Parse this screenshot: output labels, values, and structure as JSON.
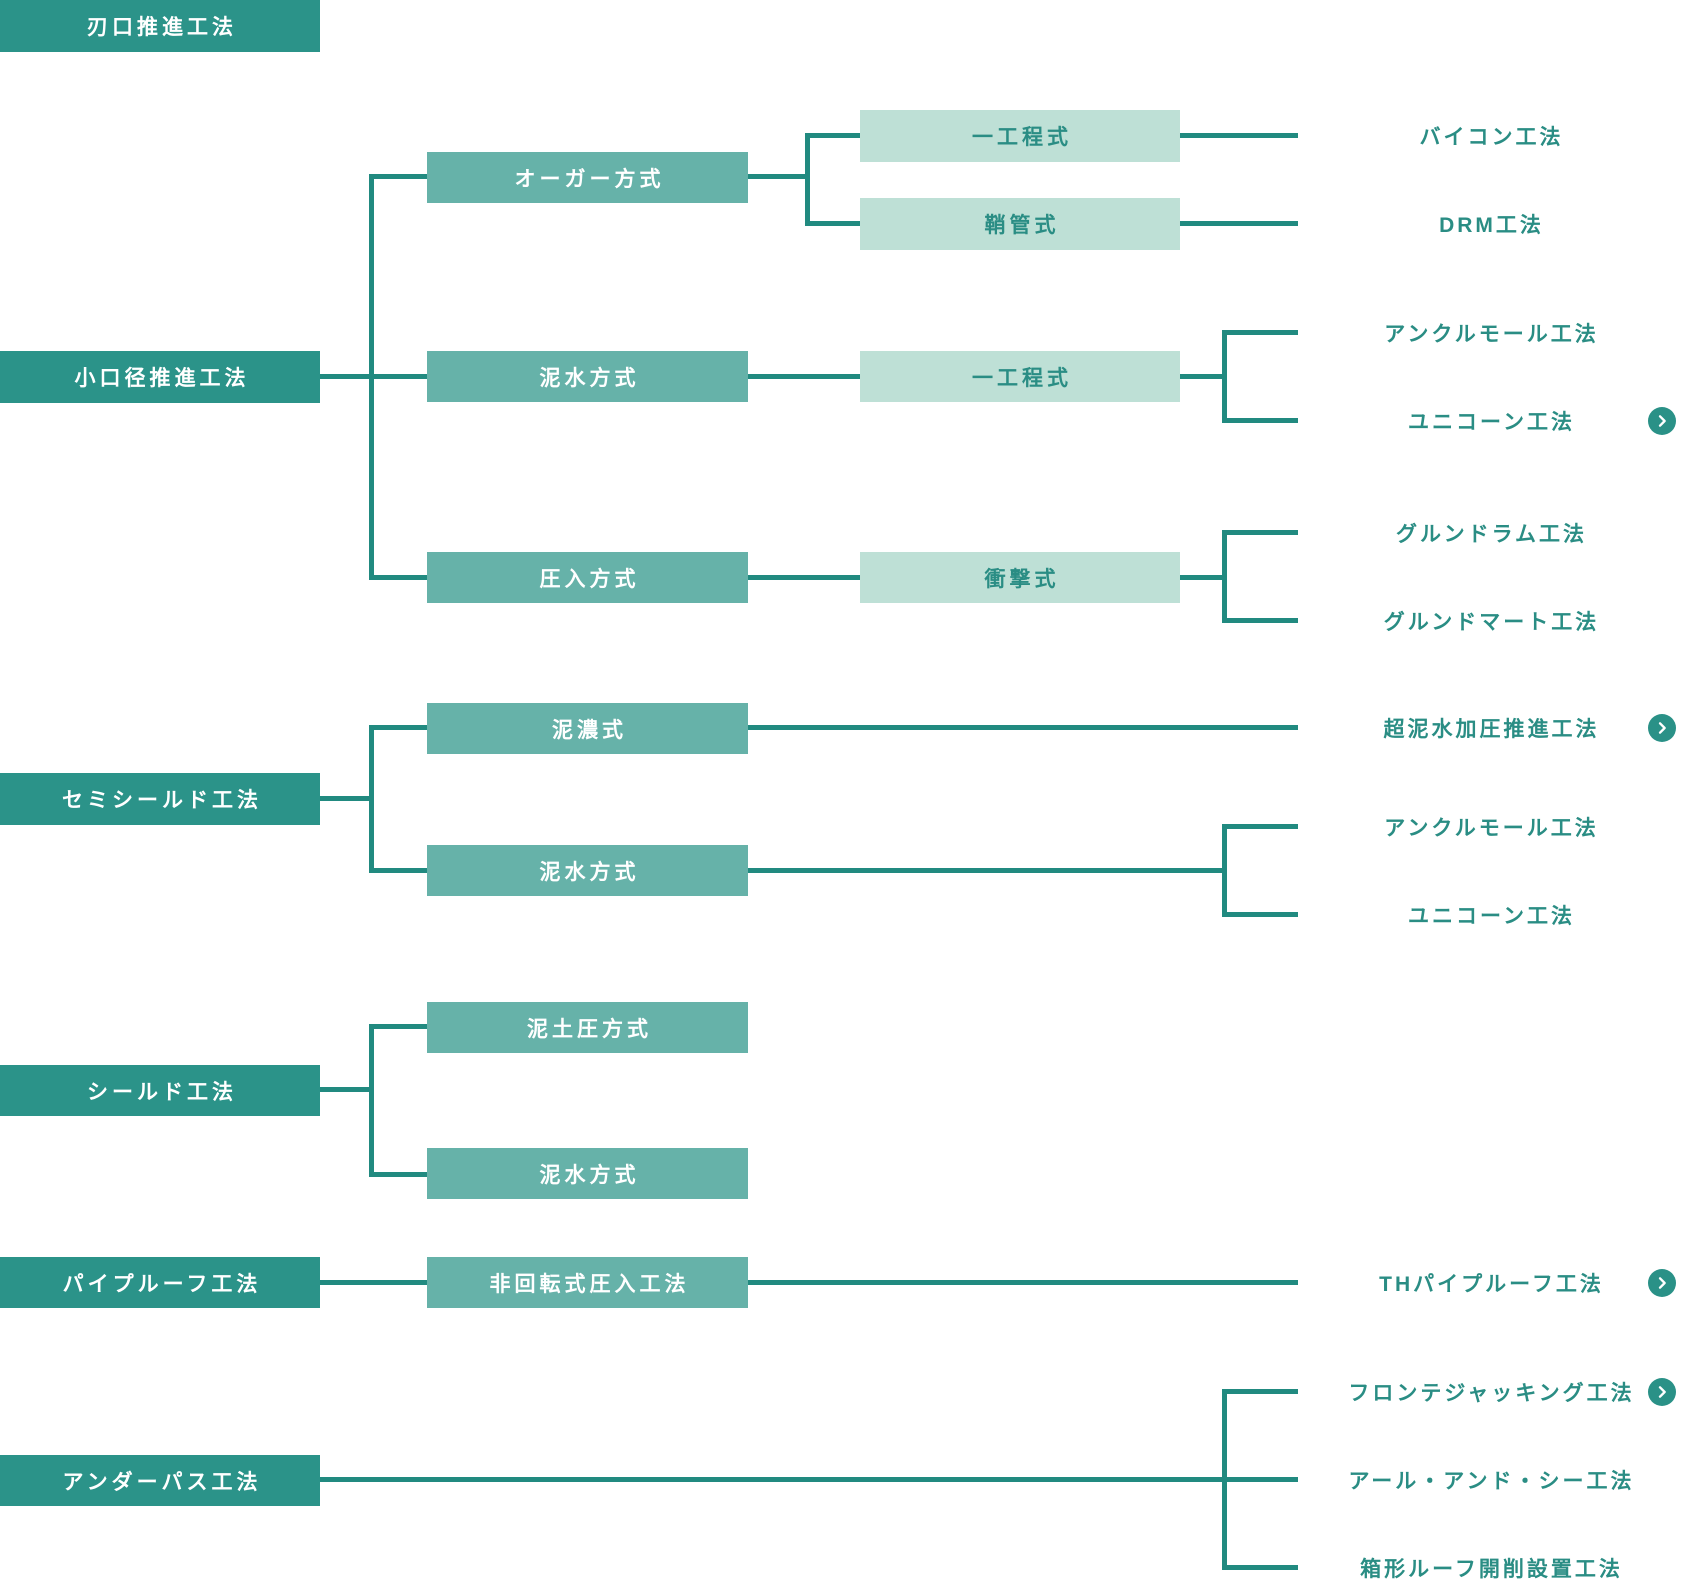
{
  "diagram_title": "推進工法分類図",
  "colors": {
    "category_box_bg": "#2b9389",
    "method_box_bg": "#66b2a9",
    "sub_method_box_bg": "#bee0d6",
    "connector_line": "#218a80",
    "leaf_text": "#2a8d84",
    "box_text": "#ffffff",
    "arrow_icon_bg": "#2a9187"
  },
  "nodes": {
    "haguchi": "刃口推進工法",
    "shokokei": "小口径推進工法",
    "auger": "オーガー方式",
    "deisui1": "泥水方式",
    "atsunyu": "圧入方式",
    "ikkotei1": "一工程式",
    "sayakan": "鞘管式",
    "ikkotei2": "一工程式",
    "shogeki": "衝撃式",
    "baikon": "バイコン工法",
    "drm": "DRM工法",
    "ankuru1": "アンクルモール工法",
    "unicorn1": "ユニコーン工法",
    "gurundramu": "グルンドラム工法",
    "gurundmato": "グルンドマート工法",
    "semi": "セミシールド工法",
    "deino": "泥濃式",
    "deisui2": "泥水方式",
    "chodeisui": "超泥水加圧推進工法",
    "ankuru2": "アンクルモール工法",
    "unicorn2": "ユニコーン工法",
    "shield": "シールド工法",
    "deidoatsu": "泥土圧方式",
    "deisui3": "泥水方式",
    "piperoof": "パイプルーフ工法",
    "hikaiten": "非回転式圧入工法",
    "th": "THパイプルーフ工法",
    "underpass": "アンダーパス工法",
    "fronte": "フロンテジャッキング工法",
    "rc": "アール・アンド・シー工法",
    "hakogata": "箱形ルーフ開削設置工法"
  },
  "linked_leaves": [
    "ユニコーン工法",
    "超泥水加圧推進工法",
    "THパイプルーフ工法",
    "フロンテジャッキング工法"
  ]
}
